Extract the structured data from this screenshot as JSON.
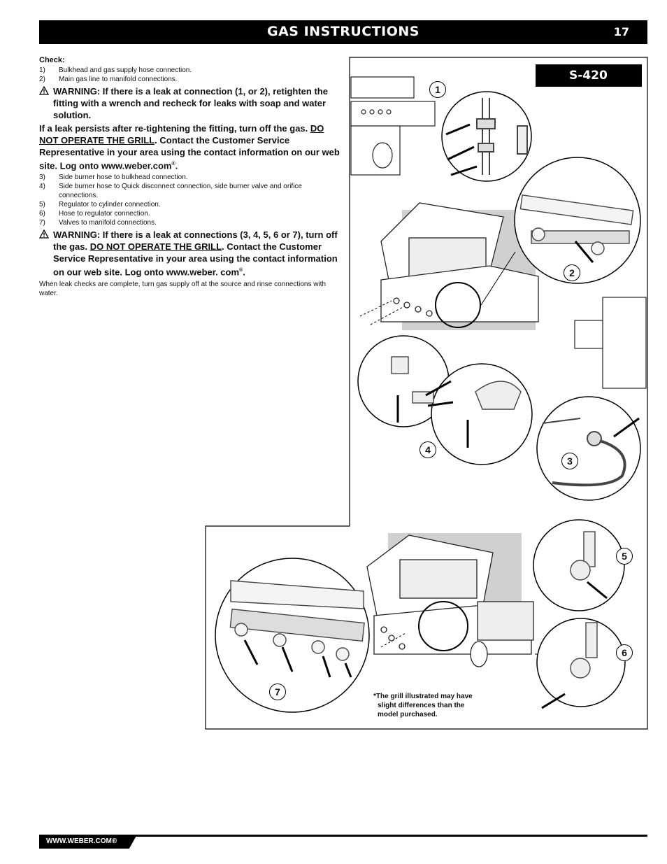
{
  "header": {
    "title": "GAS INSTRUCTIONS",
    "page_number": "17"
  },
  "check": {
    "label": "Check:",
    "items_a": [
      {
        "num": "1)",
        "text": "Bulkhead and gas supply hose connection."
      },
      {
        "num": "2)",
        "text": "Main gas line to manifold connections."
      }
    ],
    "warning1": "WARNING: If there is a leak at connection (1, or 2), retighten the fitting with a wrench and recheck for leaks with soap and water solution.",
    "persist_text": "If a leak persists after re-tightening the fitting, turn off the gas.",
    "do_not_operate": "DO NOT OPERATE THE GRILL",
    "contact_text": ". Contact the Customer Service Representative in your area using the contact information on our web site. Log onto www.weber.com",
    "contact_end": ".",
    "items_b": [
      {
        "num": "3)",
        "text": "Side burner hose to bulkhead connection."
      },
      {
        "num": "4)",
        "text": "Side burner hose to Quick disconnect connection, side burner valve and orifice connections."
      },
      {
        "num": "5)",
        "text": "Regulator to cylinder connection."
      },
      {
        "num": "6)",
        "text": "Hose to regulator connection."
      },
      {
        "num": "7)",
        "text": "Valves to manifold connections."
      }
    ],
    "warning2_pre": "WARNING: If there is a leak at connections (3, 4, 5, 6 or 7), turn off the gas.",
    "warning2_dno": "DO NOT OPERATE THE GRILL",
    "warning2_post": ". Contact the Customer Service Representative in your area using the contact information on our web site. Log onto www.weber. com",
    "warning2_end": ".",
    "closing": "When leak checks are complete, turn gas supply off at the source and rinse connections with water."
  },
  "figure": {
    "model": "S-420",
    "callouts": [
      "1",
      "2",
      "3",
      "4",
      "5",
      "6",
      "7"
    ],
    "footnote": [
      "*The grill illustrated may have",
      "slight differences than the",
      "model purchased."
    ]
  },
  "footer": {
    "url": "WWW.WEBER.COM®"
  }
}
